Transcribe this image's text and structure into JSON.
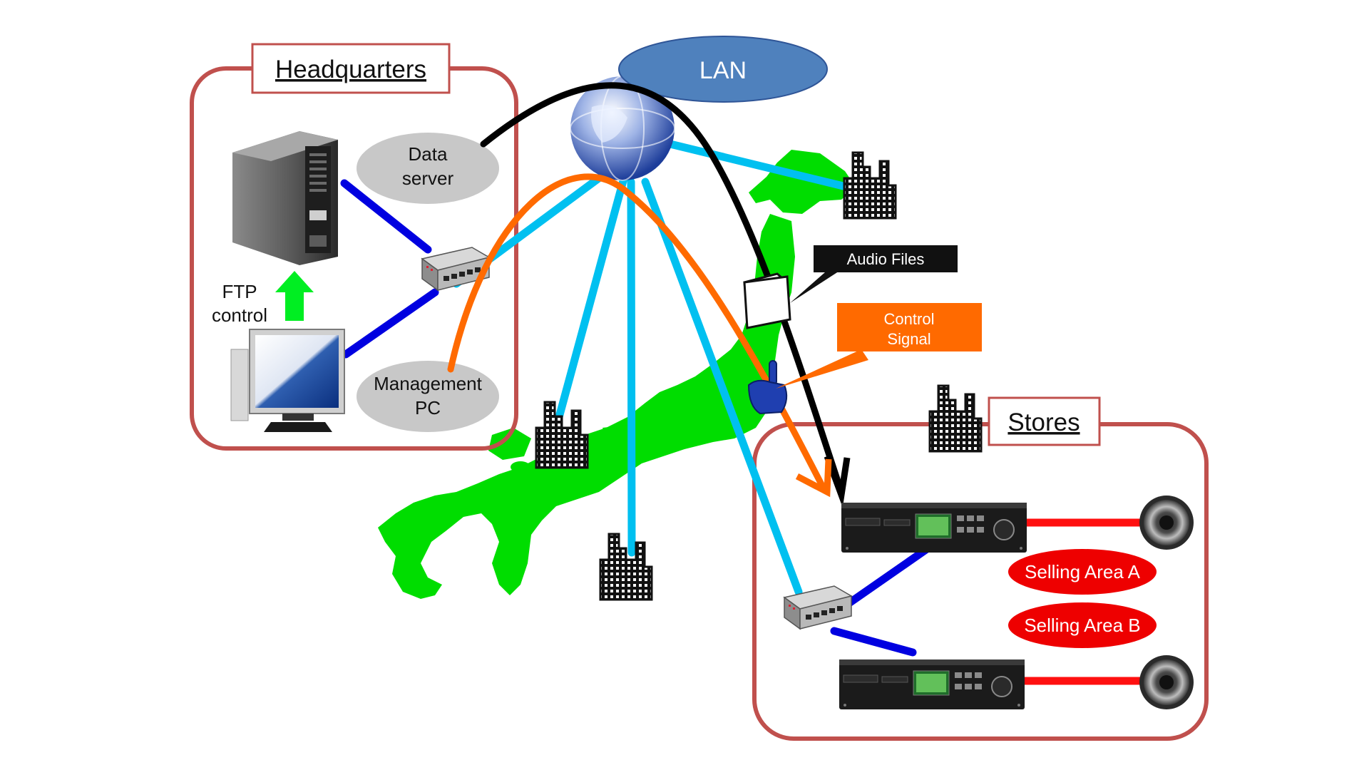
{
  "headquarters": {
    "title": "Headquarters"
  },
  "stores": {
    "title": "Stores"
  },
  "network": {
    "label": "LAN"
  },
  "data_server": {
    "line1": "Data",
    "line2": "server"
  },
  "management_pc": {
    "line1": "Management",
    "line2": "PC"
  },
  "ftp": {
    "line1": "FTP",
    "line2": "control"
  },
  "callouts": {
    "audio_files": "Audio Files",
    "control_signal_line1": "Control",
    "control_signal_line2": "Signal"
  },
  "selling_areas": {
    "a": "Selling Area A",
    "b": "Selling Area B"
  },
  "colors": {
    "frame": "#c0504d",
    "lan_bubble": "#4f81bd",
    "japan": "#00dd00",
    "network_cable": "#00c0f0",
    "local_cable": "#0000e0",
    "audio_cable": "#ff1010",
    "control_arrow": "#ff6a00",
    "audio_arrow": "#000000",
    "control_callout": "#ff6a00"
  }
}
